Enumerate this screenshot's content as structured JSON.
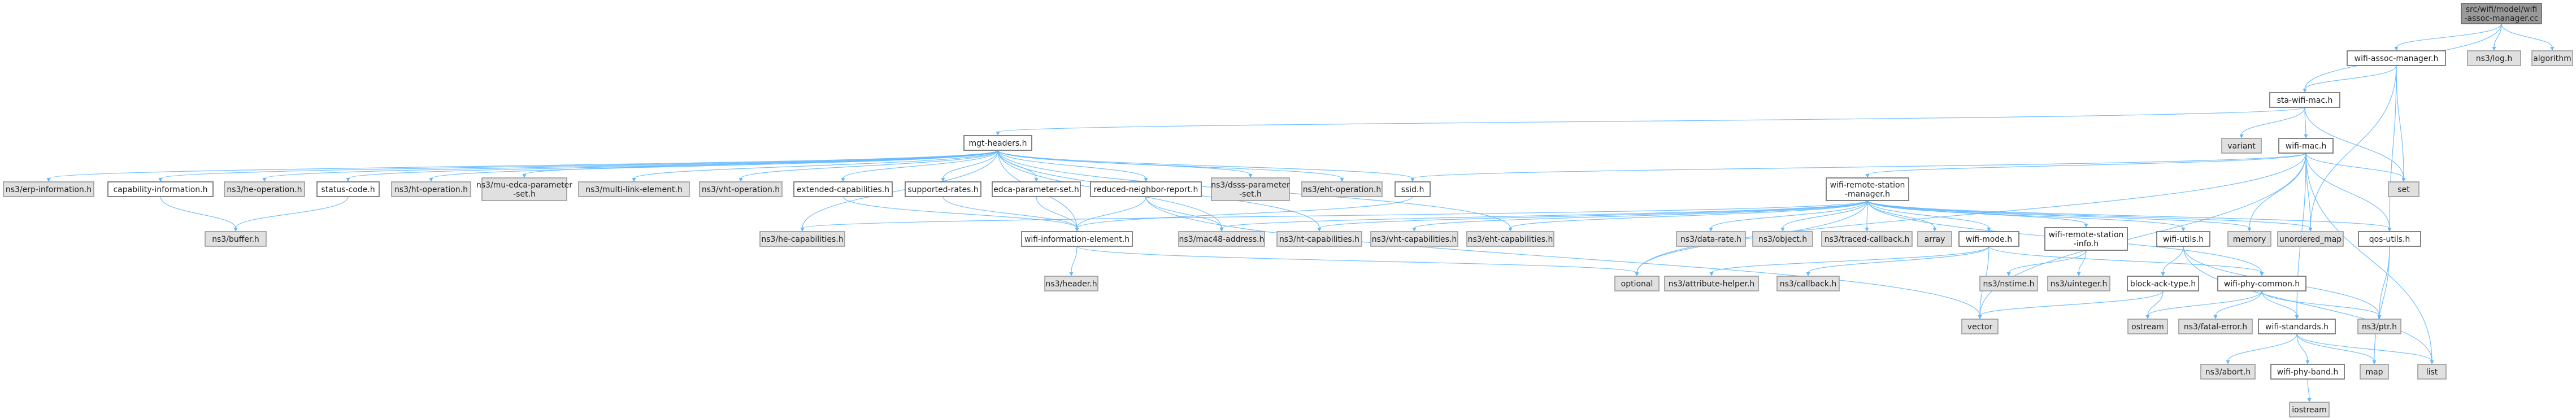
{
  "nodes": [
    {
      "id": "root",
      "lines": [
        "src/wifi/model/wifi",
        "-assoc-manager.cc"
      ],
      "style": "root"
    },
    {
      "id": "wam_h",
      "lines": [
        "wifi-assoc-manager.h"
      ],
      "style": "white"
    },
    {
      "id": "log",
      "lines": [
        "ns3/log.h"
      ],
      "style": "gray"
    },
    {
      "id": "algorithm",
      "lines": [
        "algorithm"
      ],
      "style": "gray"
    },
    {
      "id": "sta_mac",
      "lines": [
        "sta-wifi-mac.h"
      ],
      "style": "white"
    },
    {
      "id": "mgt",
      "lines": [
        "mgt-headers.h"
      ],
      "style": "white"
    },
    {
      "id": "variant",
      "lines": [
        "variant"
      ],
      "style": "gray"
    },
    {
      "id": "wifi_mac",
      "lines": [
        "wifi-mac.h"
      ],
      "style": "white"
    },
    {
      "id": "set",
      "lines": [
        "set"
      ],
      "style": "gray"
    },
    {
      "id": "erp",
      "lines": [
        "ns3/erp-information.h"
      ],
      "style": "gray"
    },
    {
      "id": "capinfo",
      "lines": [
        "capability-information.h"
      ],
      "style": "white"
    },
    {
      "id": "he_op",
      "lines": [
        "ns3/he-operation.h"
      ],
      "style": "gray"
    },
    {
      "id": "status",
      "lines": [
        "status-code.h"
      ],
      "style": "white"
    },
    {
      "id": "ht_op",
      "lines": [
        "ns3/ht-operation.h"
      ],
      "style": "gray"
    },
    {
      "id": "mu_edca",
      "lines": [
        "ns3/mu-edca-parameter",
        "-set.h"
      ],
      "style": "gray"
    },
    {
      "id": "multilink",
      "lines": [
        "ns3/multi-link-element.h"
      ],
      "style": "gray"
    },
    {
      "id": "vht_op",
      "lines": [
        "ns3/vht-operation.h"
      ],
      "style": "gray"
    },
    {
      "id": "extcap",
      "lines": [
        "extended-capabilities.h"
      ],
      "style": "white"
    },
    {
      "id": "suprates",
      "lines": [
        "supported-rates.h"
      ],
      "style": "white"
    },
    {
      "id": "edca",
      "lines": [
        "edca-parameter-set.h"
      ],
      "style": "white"
    },
    {
      "id": "rnr",
      "lines": [
        "reduced-neighbor-report.h"
      ],
      "style": "white"
    },
    {
      "id": "dsss",
      "lines": [
        "ns3/dsss-parameter",
        "-set.h"
      ],
      "style": "gray"
    },
    {
      "id": "eht_op",
      "lines": [
        "ns3/eht-operation.h"
      ],
      "style": "gray"
    },
    {
      "id": "ssid",
      "lines": [
        "ssid.h"
      ],
      "style": "white"
    },
    {
      "id": "buffer",
      "lines": [
        "ns3/buffer.h"
      ],
      "style": "gray"
    },
    {
      "id": "he_cap",
      "lines": [
        "ns3/he-capabilities.h"
      ],
      "style": "gray"
    },
    {
      "id": "wie",
      "lines": [
        "wifi-information-element.h"
      ],
      "style": "white"
    },
    {
      "id": "header",
      "lines": [
        "ns3/header.h"
      ],
      "style": "gray"
    },
    {
      "id": "mac48",
      "lines": [
        "ns3/mac48-address.h"
      ],
      "style": "gray"
    },
    {
      "id": "ht_cap",
      "lines": [
        "ns3/ht-capabilities.h"
      ],
      "style": "gray"
    },
    {
      "id": "vht_cap",
      "lines": [
        "ns3/vht-capabilities.h"
      ],
      "style": "gray"
    },
    {
      "id": "eht_cap",
      "lines": [
        "ns3/eht-capabilities.h"
      ],
      "style": "gray"
    },
    {
      "id": "wrsm",
      "lines": [
        "wifi-remote-station",
        "-manager.h"
      ],
      "style": "white"
    },
    {
      "id": "datarate",
      "lines": [
        "ns3/data-rate.h"
      ],
      "style": "gray"
    },
    {
      "id": "object",
      "lines": [
        "ns3/object.h"
      ],
      "style": "gray"
    },
    {
      "id": "traced",
      "lines": [
        "ns3/traced-callback.h"
      ],
      "style": "gray"
    },
    {
      "id": "array",
      "lines": [
        "array"
      ],
      "style": "gray"
    },
    {
      "id": "wifimode",
      "lines": [
        "wifi-mode.h"
      ],
      "style": "white"
    },
    {
      "id": "wrsi",
      "lines": [
        "wifi-remote-station",
        "-info.h"
      ],
      "style": "white"
    },
    {
      "id": "wutils",
      "lines": [
        "wifi-utils.h"
      ],
      "style": "white"
    },
    {
      "id": "memory",
      "lines": [
        "memory"
      ],
      "style": "gray"
    },
    {
      "id": "umap",
      "lines": [
        "unordered_map"
      ],
      "style": "gray"
    },
    {
      "id": "qos",
      "lines": [
        "qos-utils.h"
      ],
      "style": "white"
    },
    {
      "id": "optional",
      "lines": [
        "optional"
      ],
      "style": "gray"
    },
    {
      "id": "attrhelper",
      "lines": [
        "ns3/attribute-helper.h"
      ],
      "style": "gray"
    },
    {
      "id": "callback",
      "lines": [
        "ns3/callback.h"
      ],
      "style": "gray"
    },
    {
      "id": "nstime",
      "lines": [
        "ns3/nstime.h"
      ],
      "style": "gray"
    },
    {
      "id": "uinteger",
      "lines": [
        "ns3/uinteger.h"
      ],
      "style": "gray"
    },
    {
      "id": "blockack",
      "lines": [
        "block-ack-type.h"
      ],
      "style": "white"
    },
    {
      "id": "wphycommon",
      "lines": [
        "wifi-phy-common.h"
      ],
      "style": "white"
    },
    {
      "id": "vector",
      "lines": [
        "vector"
      ],
      "style": "gray"
    },
    {
      "id": "ostream",
      "lines": [
        "ostream"
      ],
      "style": "gray"
    },
    {
      "id": "fatal",
      "lines": [
        "ns3/fatal-error.h"
      ],
      "style": "gray"
    },
    {
      "id": "ptr",
      "lines": [
        "ns3/ptr.h"
      ],
      "style": "gray"
    },
    {
      "id": "wstandards",
      "lines": [
        "wifi-standards.h"
      ],
      "style": "white"
    },
    {
      "id": "abort",
      "lines": [
        "ns3/abort.h"
      ],
      "style": "gray"
    },
    {
      "id": "map",
      "lines": [
        "map"
      ],
      "style": "gray"
    },
    {
      "id": "list",
      "lines": [
        "list"
      ],
      "style": "gray"
    },
    {
      "id": "phyband",
      "lines": [
        "wifi-phy-band.h"
      ],
      "style": "white"
    },
    {
      "id": "iostream",
      "lines": [
        "iostream"
      ],
      "style": "gray"
    }
  ],
  "edges": [
    [
      "root",
      "wam_h"
    ],
    [
      "root",
      "log"
    ],
    [
      "root",
      "algorithm"
    ],
    [
      "root",
      "sta_mac"
    ],
    [
      "wam_h",
      "sta_mac"
    ],
    [
      "wam_h",
      "set"
    ],
    [
      "wam_h",
      "umap"
    ],
    [
      "wam_h",
      "qos"
    ],
    [
      "sta_mac",
      "mgt"
    ],
    [
      "sta_mac",
      "variant"
    ],
    [
      "sta_mac",
      "wifi_mac"
    ],
    [
      "sta_mac",
      "set"
    ],
    [
      "mgt",
      "erp"
    ],
    [
      "mgt",
      "capinfo"
    ],
    [
      "mgt",
      "he_op"
    ],
    [
      "mgt",
      "status"
    ],
    [
      "mgt",
      "ht_op"
    ],
    [
      "mgt",
      "mu_edca"
    ],
    [
      "mgt",
      "multilink"
    ],
    [
      "mgt",
      "vht_op"
    ],
    [
      "mgt",
      "extcap"
    ],
    [
      "mgt",
      "suprates"
    ],
    [
      "mgt",
      "edca"
    ],
    [
      "mgt",
      "rnr"
    ],
    [
      "mgt",
      "dsss"
    ],
    [
      "mgt",
      "eht_op"
    ],
    [
      "mgt",
      "ssid"
    ],
    [
      "mgt",
      "he_cap"
    ],
    [
      "mgt",
      "ht_cap"
    ],
    [
      "mgt",
      "eht_cap"
    ],
    [
      "mgt",
      "mac48"
    ],
    [
      "mgt",
      "wie"
    ],
    [
      "capinfo",
      "buffer"
    ],
    [
      "status",
      "buffer"
    ],
    [
      "extcap",
      "wie"
    ],
    [
      "suprates",
      "wie"
    ],
    [
      "edca",
      "wie"
    ],
    [
      "rnr",
      "wie"
    ],
    [
      "rnr",
      "mac48"
    ],
    [
      "rnr",
      "vector"
    ],
    [
      "ssid",
      "wie"
    ],
    [
      "wie",
      "header"
    ],
    [
      "wie",
      "optional"
    ],
    [
      "wifi_mac",
      "wrsm"
    ],
    [
      "wifi_mac",
      "ssid"
    ],
    [
      "wifi_mac",
      "memory"
    ],
    [
      "wifi_mac",
      "set"
    ],
    [
      "wifi_mac",
      "umap"
    ],
    [
      "wifi_mac",
      "qos"
    ],
    [
      "wifi_mac",
      "optional"
    ],
    [
      "wifi_mac",
      "vector"
    ],
    [
      "wifi_mac",
      "wstandards"
    ],
    [
      "wifi_mac",
      "list"
    ],
    [
      "wrsm",
      "he_cap"
    ],
    [
      "wrsm",
      "mac48"
    ],
    [
      "wrsm",
      "ht_cap"
    ],
    [
      "wrsm",
      "vht_cap"
    ],
    [
      "wrsm",
      "eht_cap"
    ],
    [
      "wrsm",
      "datarate"
    ],
    [
      "wrsm",
      "object"
    ],
    [
      "wrsm",
      "traced"
    ],
    [
      "wrsm",
      "array"
    ],
    [
      "wrsm",
      "wifimode"
    ],
    [
      "wrsm",
      "wrsi"
    ],
    [
      "wrsm",
      "wutils"
    ],
    [
      "wrsm",
      "memory"
    ],
    [
      "wrsm",
      "umap"
    ],
    [
      "wrsm",
      "qos"
    ],
    [
      "wrsm",
      "optional"
    ],
    [
      "wrsm",
      "wphycommon"
    ],
    [
      "wifimode",
      "attrhelper"
    ],
    [
      "wifimode",
      "callback"
    ],
    [
      "wifimode",
      "vector"
    ],
    [
      "wifimode",
      "wphycommon"
    ],
    [
      "wrsi",
      "nstime"
    ],
    [
      "wrsi",
      "uinteger"
    ],
    [
      "wutils",
      "blockack"
    ],
    [
      "wutils",
      "ptr"
    ],
    [
      "wutils",
      "list"
    ],
    [
      "blockack",
      "ostream"
    ],
    [
      "blockack",
      "vector"
    ],
    [
      "wphycommon",
      "fatal"
    ],
    [
      "wphycommon",
      "ptr"
    ],
    [
      "wphycommon",
      "wstandards"
    ],
    [
      "wphycommon",
      "ostream"
    ],
    [
      "wstandards",
      "abort"
    ],
    [
      "wstandards",
      "map"
    ],
    [
      "wstandards",
      "list"
    ],
    [
      "wstandards",
      "phyband"
    ],
    [
      "phyband",
      "iostream"
    ],
    [
      "qos",
      "ptr"
    ],
    [
      "qos",
      "map"
    ]
  ]
}
